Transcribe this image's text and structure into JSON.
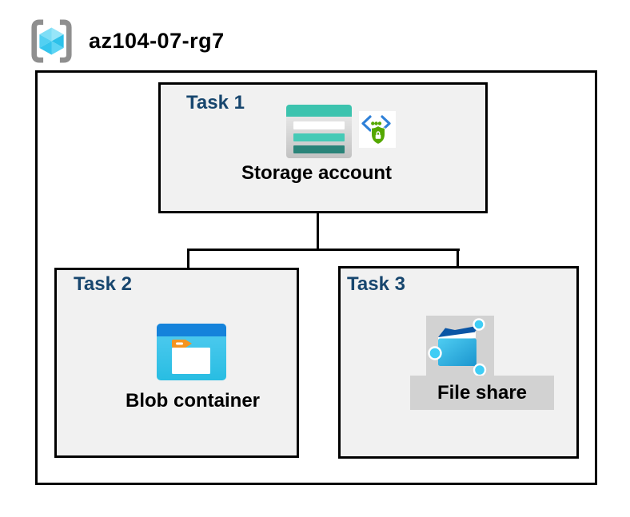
{
  "header": {
    "title": "az104-07-rg7",
    "icon": "resource-group-icon"
  },
  "tasks": [
    {
      "label": "Task 1",
      "resource": "Storage account",
      "icons": [
        "storage-account-icon",
        "secured-endpoint-icon"
      ]
    },
    {
      "label": "Task 2",
      "resource": "Blob container",
      "icons": [
        "blob-container-icon"
      ]
    },
    {
      "label": "Task 3",
      "resource": "File share",
      "icons": [
        "file-share-icon"
      ]
    }
  ],
  "connections": [
    {
      "from": "Storage account",
      "to": "Blob container"
    },
    {
      "from": "Storage account",
      "to": "File share"
    }
  ],
  "colors": {
    "task_label_blue": "#17466e",
    "task_box_fill": "#f1f1f1",
    "box_border": "#000000",
    "storage_teal": "#3cc3ae",
    "storage_teal_mid": "#45cab6",
    "storage_teal_dark": "#2a8479",
    "blob_bar_blue": "#1583db",
    "blob_body_blue": "#3ac4ec",
    "folder_tab_orange": "#f5941f",
    "file_share_flap_navy": "#0a55a5",
    "node_cyan": "#3fcdf5",
    "secure_green": "#54a800",
    "chevron_blue": "#2e80d8",
    "highlight_gray": "#d2d2d2",
    "rg_bracket_gray": "#8f8f8f",
    "rg_cube_cyan": "#44cbf0"
  }
}
